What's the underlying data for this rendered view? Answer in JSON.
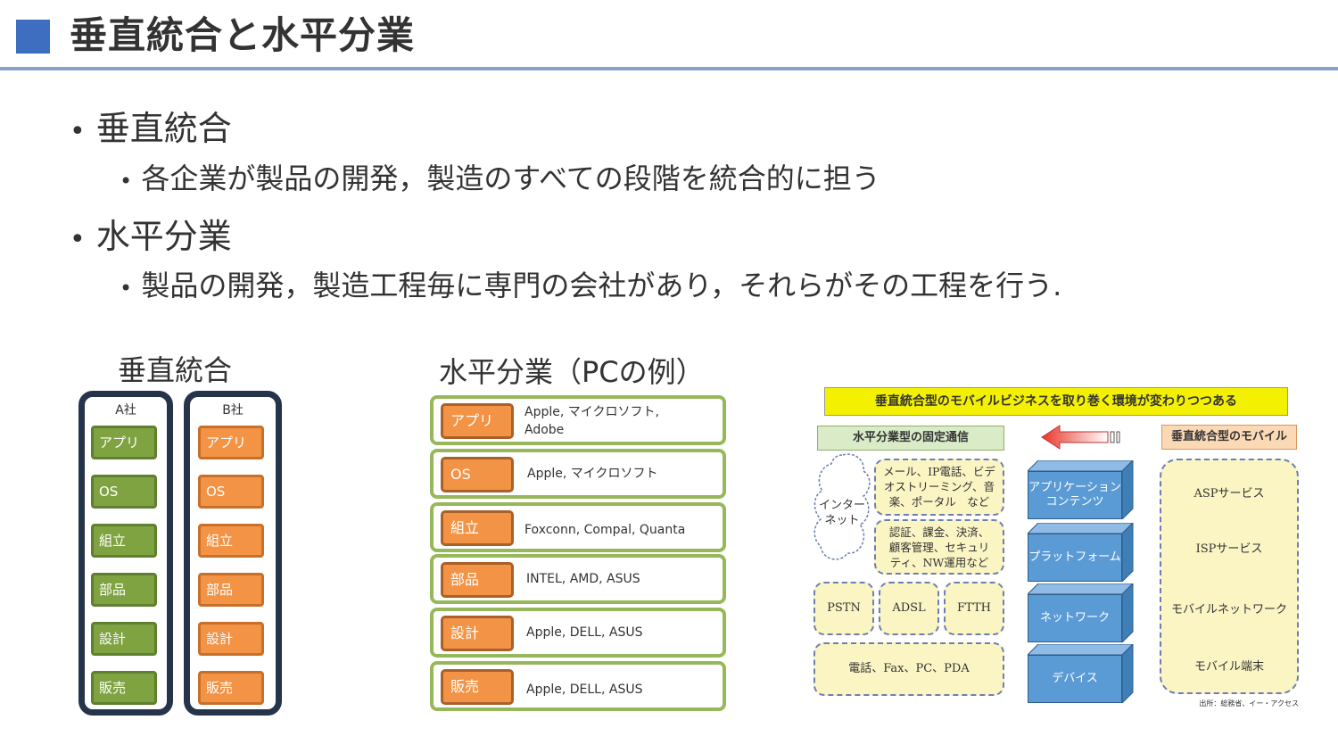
{
  "title": "垂直統合と水平分業",
  "bullets": [
    {
      "text": "垂直統合",
      "sub": "各企業が製品の開発，製造のすべての段階を統合的に担う"
    },
    {
      "text": "水平分業",
      "sub": "製品の開発，製造工程毎に専門の会社があり，それらがその工程を行う."
    }
  ],
  "vertical": {
    "label": "垂直統合",
    "companies": [
      {
        "name": "A社",
        "layers": [
          "アプリ",
          "OS",
          "組立",
          "部品",
          "設計",
          "販売"
        ]
      },
      {
        "name": "B社",
        "layers": [
          "アプリ",
          "OS",
          "組立",
          "部品",
          "設計",
          "販売"
        ]
      }
    ]
  },
  "horizontal": {
    "label": "水平分業（PCの例）",
    "rows": [
      {
        "layer": "アプリ",
        "companies": "Apple, マイクロソフト,\nAdobe"
      },
      {
        "layer": "OS",
        "companies": "Apple, マイクロソフト"
      },
      {
        "layer": "組立",
        "companies": "Foxconn, Compal, Quanta"
      },
      {
        "layer": "部品",
        "companies": "INTEL, AMD, ASUS"
      },
      {
        "layer": "設計",
        "companies": "Apple, DELL, ASUS"
      },
      {
        "layer": "販売",
        "companies": "Apple, DELL, ASUS"
      }
    ]
  },
  "diagram": {
    "header": "垂直統合型のモバイルビジネスを取り巻く環境が変わりつつある",
    "left_title": "水平分業型の固定通信",
    "right_title": "垂直統合型のモバイル",
    "internet": "インター\nネット",
    "services_top": "メール、IP電話、ビデ\nオストリーミング、音\n楽、ポータル　など",
    "services_mid": "認証、課金、決済、\n顧客管理、セキュリ\nティ、NW運用など",
    "lines": [
      "PSTN",
      "ADSL",
      "FTTH"
    ],
    "devices": "電話、Fax、PC、PDA",
    "layers": [
      "アプリケーション\nコンテンツ",
      "プラットフォーム",
      "ネットワーク",
      "デバイス"
    ],
    "mobile_layers": [
      "ASPサービス",
      "ISPサービス",
      "モバイルネットワーク",
      "モバイル端末"
    ],
    "source": "出所：総務省、イー・アクセス",
    "colors": {
      "header_bg": "#f3f000",
      "cube": "#5b9bd5",
      "left_title_bg": "#d9ebc7",
      "right_title_bg": "#fbd9b5",
      "arrow": "#e8362a"
    }
  }
}
